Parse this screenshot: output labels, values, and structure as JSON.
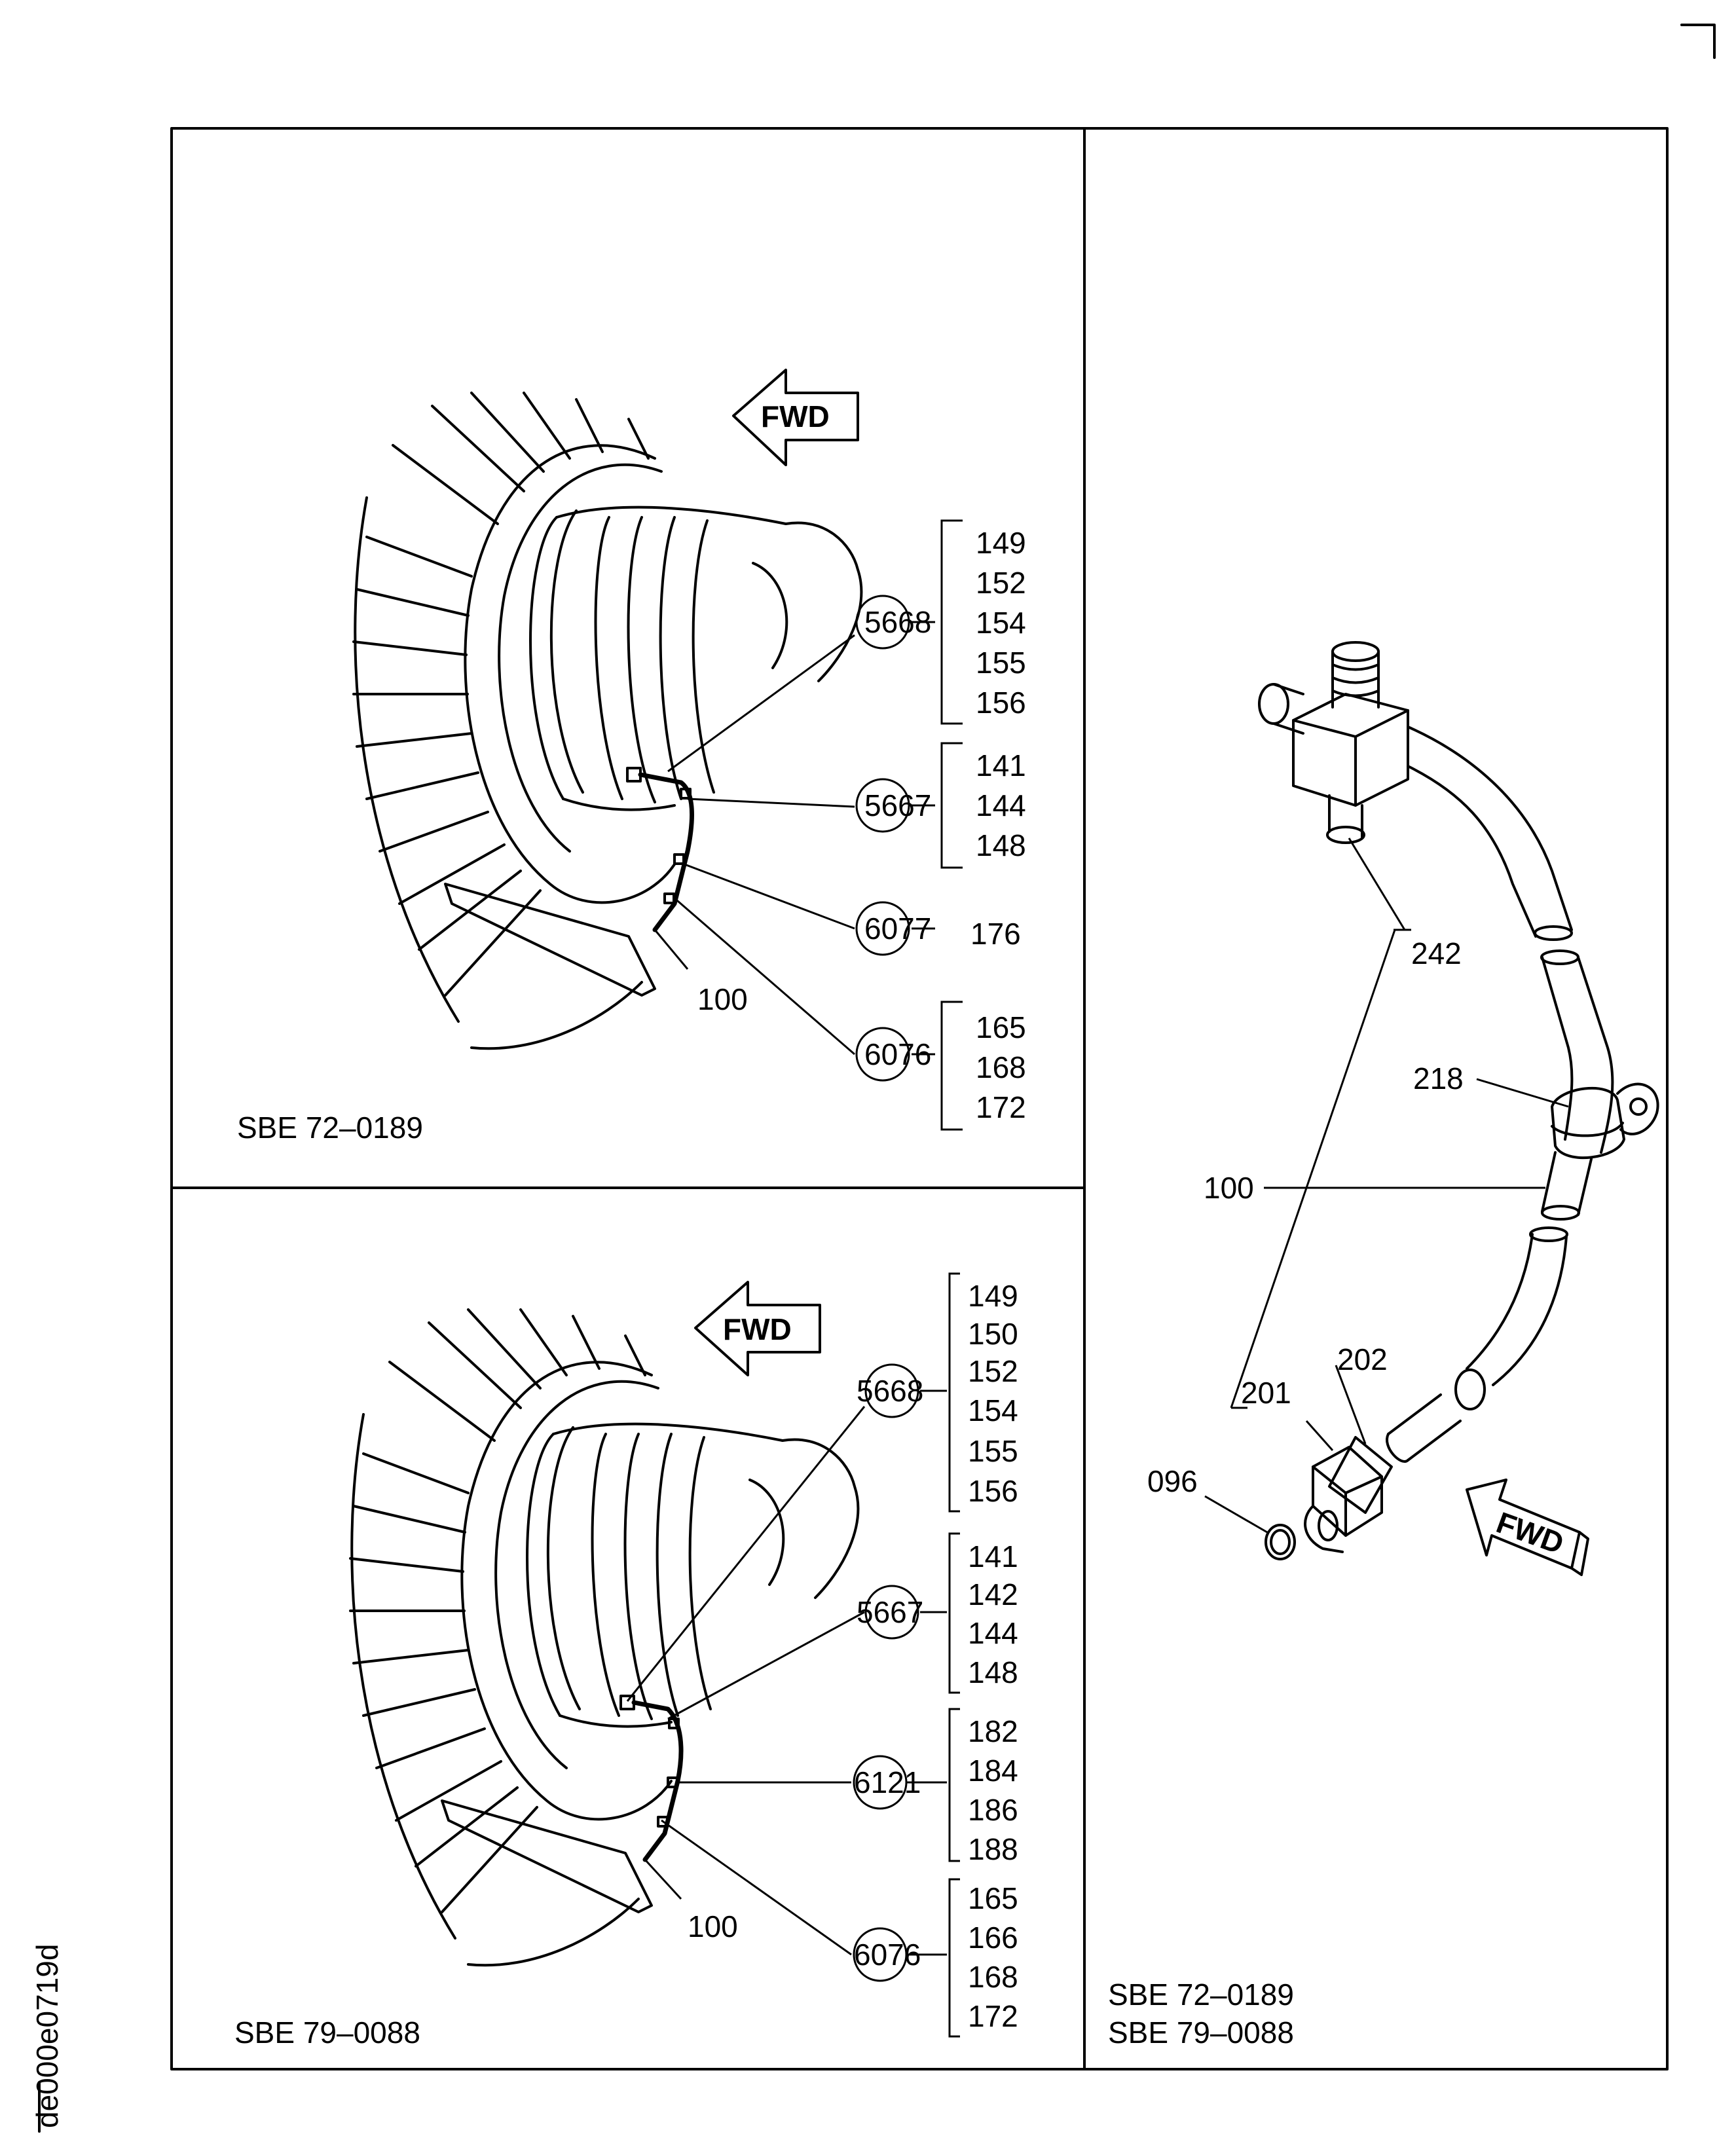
{
  "figure_id": "de000e0719d",
  "top_left": {
    "fwd_label": "FWD",
    "sbe": "SBE 72–0189",
    "callouts": [
      {
        "id": "5668",
        "parts": [
          "149",
          "152",
          "154",
          "155",
          "156"
        ]
      },
      {
        "id": "5667",
        "parts": [
          "141",
          "144",
          "148"
        ]
      },
      {
        "id": "6077",
        "parts": [
          "176"
        ]
      },
      {
        "id": "6076",
        "parts": [
          "165",
          "168",
          "172"
        ]
      }
    ],
    "item_100": "100"
  },
  "bottom_left": {
    "fwd_label": "FWD",
    "sbe": "SBE 79–0088",
    "callouts": [
      {
        "id": "5668",
        "parts": [
          "149",
          "150",
          "152",
          "154",
          "155",
          "156"
        ]
      },
      {
        "id": "5667",
        "parts": [
          "141",
          "142",
          "144",
          "148"
        ]
      },
      {
        "id": "6121",
        "parts": [
          "182",
          "184",
          "186",
          "188"
        ]
      },
      {
        "id": "6076",
        "parts": [
          "165",
          "166",
          "168",
          "172"
        ]
      }
    ],
    "item_100": "100"
  },
  "right": {
    "fwd_label": "FWD",
    "labels": {
      "l242": "242",
      "l218": "218",
      "l100": "100",
      "l202": "202",
      "l201": "201",
      "l096": "096"
    },
    "sbe_1": "SBE 72–0189",
    "sbe_2": "SBE 79–0088"
  }
}
